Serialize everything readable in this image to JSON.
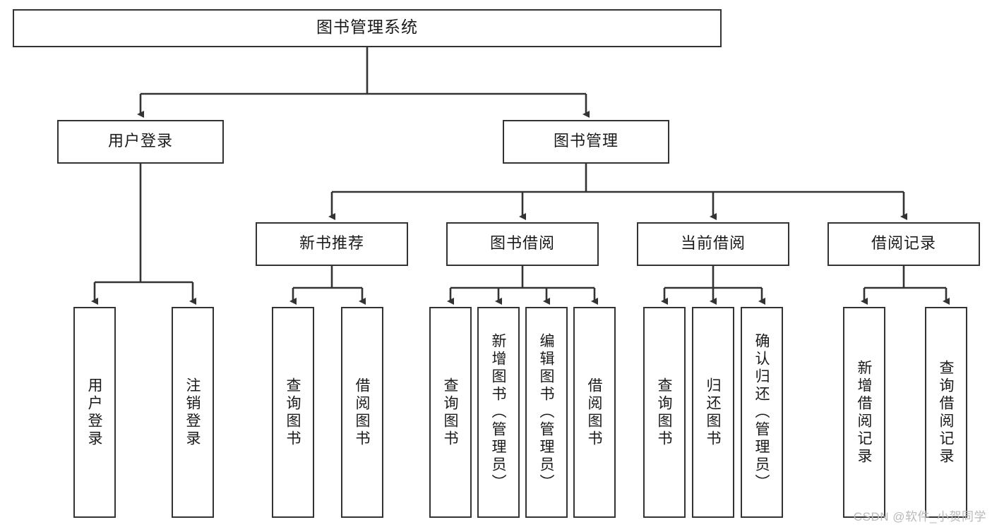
{
  "diagram": {
    "title": "图书管理系统",
    "type": "tree-hierarchy",
    "watermark": "CSDN @软件_小贺同学",
    "colors": {
      "stroke": "#333333",
      "fill": "#ffffff",
      "text": "#1a1a1a",
      "watermark": "#b9b9b9"
    },
    "root": {
      "label": "图书管理系统"
    },
    "level2": [
      {
        "label": "用户登录"
      },
      {
        "label": "图书管理"
      }
    ],
    "level3": [
      {
        "label": "新书推荐"
      },
      {
        "label": "图书借阅"
      },
      {
        "label": "当前借阅"
      },
      {
        "label": "借阅记录"
      }
    ],
    "leaves": {
      "user_login": [
        {
          "label": "用户登录"
        },
        {
          "label": "注销登录"
        }
      ],
      "new_book_recommend": [
        {
          "label": "查询图书"
        },
        {
          "label": "借阅图书"
        }
      ],
      "book_borrow": [
        {
          "label": "查询图书"
        },
        {
          "label": "新增图书（管理员）"
        },
        {
          "label": "编辑图书（管理员）"
        },
        {
          "label": "借阅图书"
        }
      ],
      "current_borrow": [
        {
          "label": "查询图书"
        },
        {
          "label": "归还图书"
        },
        {
          "label": "确认归还（管理员）"
        }
      ],
      "borrow_record": [
        {
          "label": "新增借阅记录"
        },
        {
          "label": "查询借阅记录"
        }
      ]
    }
  }
}
